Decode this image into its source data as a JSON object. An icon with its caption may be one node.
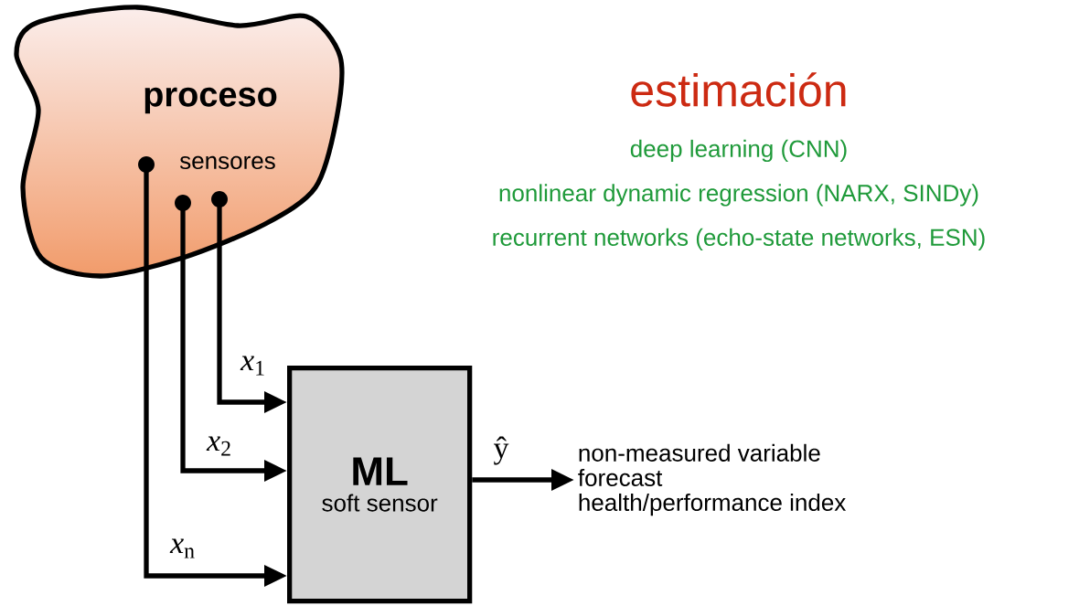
{
  "diagram": {
    "title": "estimación",
    "nodes": [
      {
        "text": [
          "proceso",
          "sensores"
        ]
      },
      {
        "text": [],
        "shape": "circle",
        "in": 0
      },
      {
        "text": [],
        "shape": "circle",
        "in": 0
      },
      {
        "text": [],
        "shape": "circle",
        "in": 0
      },
      {
        "text": [
          "ML",
          "soft sensor"
        ]
      },
      {
        "text": [
          "non-measured variable",
          "forecast",
          "health/performance index"
        ]
      }
    ],
    "edges": [
      {
        "from": 3,
        "to": 4,
        "arrow": "to",
        "label": "*x*$_{1}$"
      },
      {
        "from": 2,
        "to": 4,
        "arrow": "to",
        "label": "*x*$_{2}$"
      },
      {
        "from": 1,
        "to": 4,
        "arrow": "to",
        "label": "*x*$_{n}$"
      },
      {
        "from": 4,
        "to": 5,
        "arrow": "to",
        "label": "ŷ"
      }
    ],
    "labels": [
      "deep learning (CNN)",
      "nonlinear dynamic regression (NARX, SINDy)",
      "recurrent networks (echo-state networks, ESN)"
    ]
  }
}
